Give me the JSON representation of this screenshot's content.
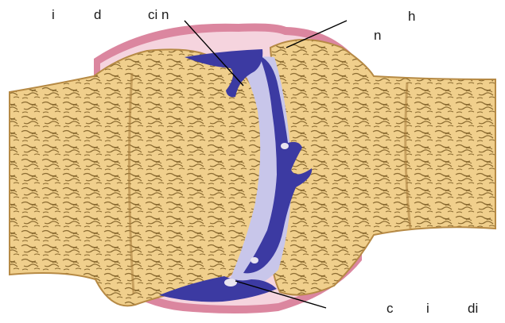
{
  "labels": {
    "top_left": "i",
    "top_d": "d",
    "top_cin": "ci n",
    "top_right_h": "h",
    "top_right_n": "n",
    "bottom_c": "c",
    "bottom_i": "i",
    "bottom_di": "di"
  },
  "colors": {
    "bone": "#f0cf8c",
    "bone_dark": "#c79b52",
    "trabecula_texture": "#7a5a25",
    "capsule": "#d97f9a",
    "capsule_inner": "#f5d4de",
    "cartilage": "#c8c6ea",
    "fibrous_tissue": "#3c3aa2",
    "leader_line": "#000000"
  }
}
